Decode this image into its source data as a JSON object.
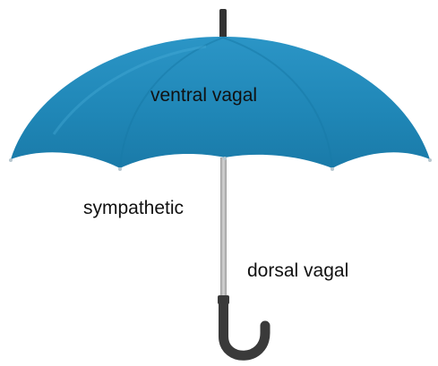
{
  "diagram": {
    "labels": {
      "canopy": "ventral vagal",
      "middle": "sympathetic",
      "lower": "dorsal vagal"
    },
    "colors": {
      "canopy_fill": "#1f86b6",
      "canopy_highlight": "#3aa3d3",
      "canopy_shade": "#17739f",
      "tip_shadow": "#b7c7cf",
      "shaft": "#b8b8b8",
      "handle": "#3a3a3a",
      "text": "#111111"
    }
  }
}
